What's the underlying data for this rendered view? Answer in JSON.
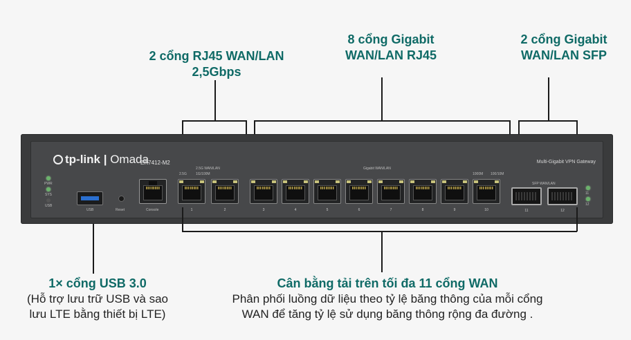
{
  "callouts": {
    "rj45_25g": {
      "line1": "2 cổng RJ45 WAN/LAN",
      "line2": "2,5Gbps"
    },
    "gigabit_rj45": {
      "line1": "8 cổng Gigabit",
      "line2": "WAN/LAN RJ45"
    },
    "gigabit_sfp": {
      "line1": "2 cổng Gigabit",
      "line2": "WAN/LAN SFP"
    },
    "usb": {
      "title": "1× cổng USB 3.0",
      "line1": "(Hỗ trợ lưu trữ USB và sao",
      "line2": "lưu LTE bằng thiết bị LTE)"
    },
    "load_balance": {
      "title": "Cân bằng tải trên tối đa 11 cổng WAN",
      "line1": "Phân phối luồng dữ liệu theo tỷ lệ băng thông của mỗi cổng",
      "line2": "WAN để tăng tỷ lệ sử dụng băng thông rộng đa đường ."
    }
  },
  "device": {
    "brand": "tp-link",
    "product_line": "Omada",
    "model": "ER7412-M2",
    "subtitle": "Multi-Gigabit VPN Gateway",
    "leds": [
      "PWR",
      "SYS",
      "USB"
    ],
    "usb_label": "USB",
    "reset_label": "Reset",
    "console_label": "Console",
    "group_25g_label": "2.5G WAN/LAN",
    "speed_25g": "2.5G",
    "speed_1g100m": "1G/100M",
    "group_gigabit_label": "Gigabit WAN/LAN",
    "speed_1000m": "1000M",
    "speed_10_100m": "100/10M",
    "group_sfp_label": "SFP WAN/LAN",
    "sfp_leds": [
      "11",
      "12"
    ],
    "port_numbers": [
      "1",
      "2",
      "3",
      "4",
      "5",
      "6",
      "7",
      "8",
      "9",
      "10",
      "11",
      "12"
    ]
  },
  "icons": {
    "brand": "tp-link-logo-icon"
  }
}
